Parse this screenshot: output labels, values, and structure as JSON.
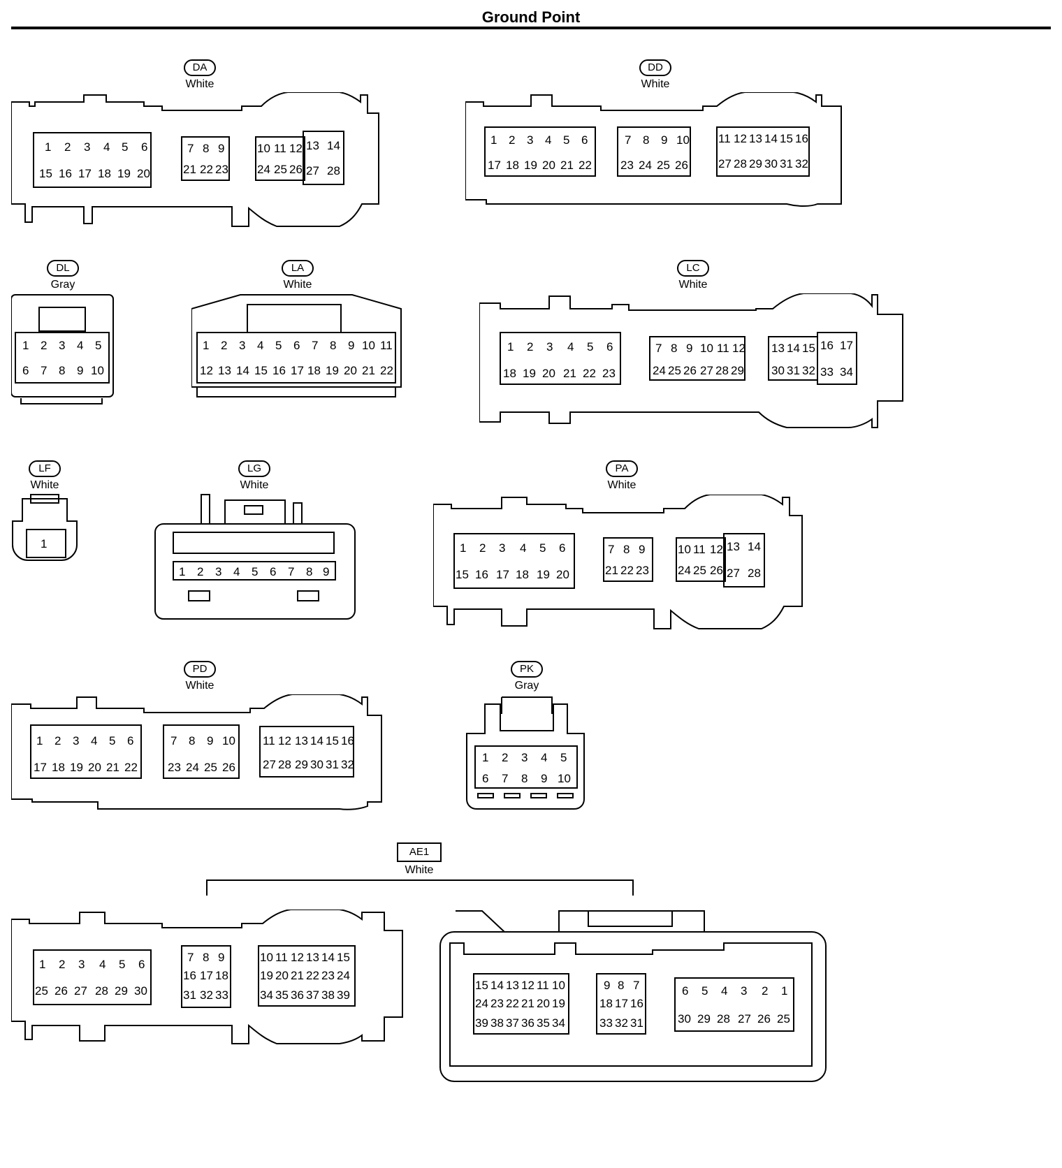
{
  "title": "Ground Point",
  "connectors": [
    {
      "id": "DA",
      "color": "White"
    },
    {
      "id": "DD",
      "color": "White"
    },
    {
      "id": "DL",
      "color": "Gray"
    },
    {
      "id": "LA",
      "color": "White"
    },
    {
      "id": "LC",
      "color": "White"
    },
    {
      "id": "LF",
      "color": "White"
    },
    {
      "id": "LG",
      "color": "White"
    },
    {
      "id": "PA",
      "color": "White"
    },
    {
      "id": "PD",
      "color": "White"
    },
    {
      "id": "PK",
      "color": "Gray"
    },
    {
      "id": "AE1",
      "color": "White"
    }
  ]
}
